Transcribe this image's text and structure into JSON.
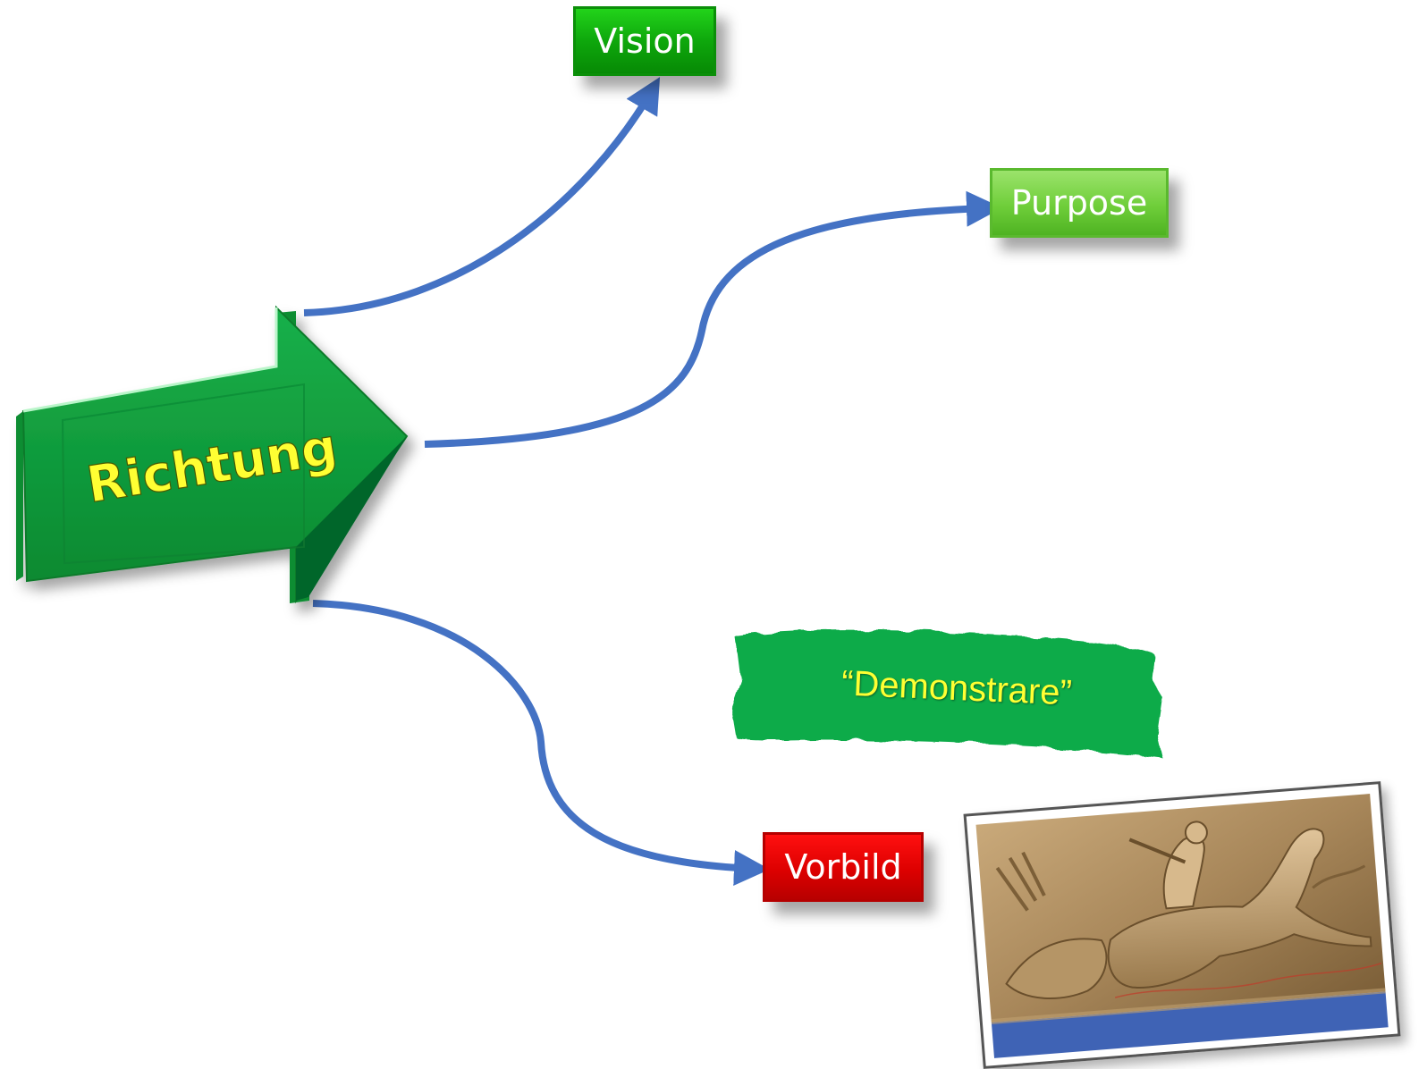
{
  "main_arrow": {
    "label": "Richtung",
    "color": "#0a9a3c",
    "label_color": "#ffff33"
  },
  "nodes": {
    "vision": {
      "label": "Vision",
      "color": "#12b80f"
    },
    "purpose": {
      "label": "Purpose",
      "color": "#6fce3a"
    },
    "vorbild": {
      "label": "Vorbild",
      "color": "#dd0000"
    }
  },
  "banner": {
    "text": "“Demonstrare”",
    "color": "#0aab4a",
    "text_color": "#ffff33"
  },
  "connector_color": "#4472c4",
  "image": {
    "subject": "bronze relief of a horseman",
    "icon": "relief-image"
  }
}
